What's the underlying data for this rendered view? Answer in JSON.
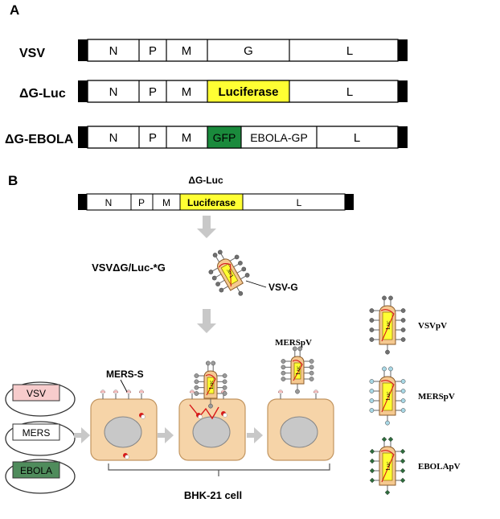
{
  "panel_a": {
    "label": "A",
    "rows": [
      {
        "name": "VSV",
        "segments": [
          {
            "text": "N"
          },
          {
            "text": "P"
          },
          {
            "text": "M"
          },
          {
            "text": "G"
          },
          {
            "text": "L"
          }
        ]
      },
      {
        "name": "ΔG-Luc",
        "segments": [
          {
            "text": "N"
          },
          {
            "text": "P"
          },
          {
            "text": "M"
          },
          {
            "text": "Luciferase"
          },
          {
            "text": "L"
          }
        ]
      },
      {
        "name": "ΔG-EBOLA",
        "segments": [
          {
            "text": "N"
          },
          {
            "text": "P"
          },
          {
            "text": "M"
          },
          {
            "text": "GFP"
          },
          {
            "text": "EBOLA-GP"
          },
          {
            "text": "L"
          }
        ]
      }
    ]
  },
  "panel_b": {
    "label": "B",
    "construct_title": "ΔG-Luc",
    "segments": [
      {
        "text": "N"
      },
      {
        "text": "P"
      },
      {
        "text": "M"
      },
      {
        "text": "Luciferase"
      },
      {
        "text": "L"
      }
    ],
    "virus_label": "VSVΔG/Luc-*G",
    "virus_glyph": "Luc",
    "vsv_g_label": "VSV-G",
    "mers_s_label": "MERS-S",
    "merspv_top_label": "MERSpV",
    "cell_label": "BHK-21 cell",
    "plasmids": [
      {
        "label": "VSV"
      },
      {
        "label": "MERS"
      },
      {
        "label": "EBOLA"
      }
    ],
    "legend": [
      {
        "label": "VSVpV"
      },
      {
        "label": "MERSpV"
      },
      {
        "label": "EBOLApV"
      }
    ]
  },
  "colors": {
    "luciferase": "#ffff33",
    "gfp": "#1a8a3c",
    "cell": "#f6d4a8",
    "virion": "#f5c990",
    "nucleus": "#c8c8c8",
    "arrow": "#c8c8c8",
    "plasmid_vsv": "#f7cccc",
    "plasmid_ebola": "#4f8c5c",
    "spike_vsv": "#707070",
    "spike_mers": "#a8d8e6",
    "spike_ebola": "#2d6b3c",
    "spike_red": "#d81818"
  }
}
